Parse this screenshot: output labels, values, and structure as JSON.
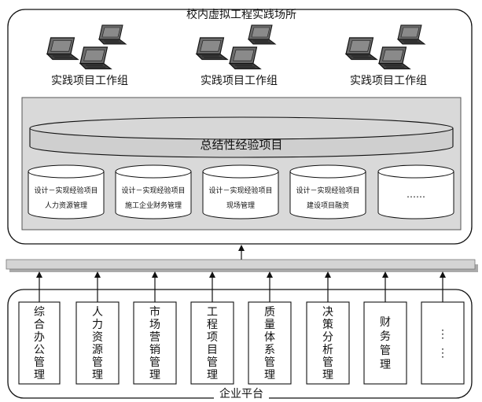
{
  "top_frame": {
    "title": "校内虚拟工程实践场所"
  },
  "workgroups": [
    {
      "label": "实践项目工作组"
    },
    {
      "label": "实践项目工作组"
    },
    {
      "label": "实践项目工作组"
    }
  ],
  "experience_project": {
    "label": "总结性经验项目"
  },
  "experience_cylinders": [
    {
      "line1": "设计－实现经验项目",
      "line2": "人力资源管理"
    },
    {
      "line1": "设计－实现经验项目",
      "line2": "施工企业财务管理"
    },
    {
      "line1": "设计－实现经验项目",
      "line2": "现场管理"
    },
    {
      "line1": "设计－实现经验项目",
      "line2": "建设项目融资"
    },
    {
      "line1": "……",
      "line2": ""
    }
  ],
  "bottom_frame": {
    "title": "企业平台"
  },
  "modules": [
    {
      "label": "综合办公管理"
    },
    {
      "label": "人力资源管理"
    },
    {
      "label": "市场营销管理"
    },
    {
      "label": "工程项目管理"
    },
    {
      "label": "质量体系管理"
    },
    {
      "label": "决策分析管理"
    },
    {
      "label": "财务管理"
    },
    {
      "label": "……"
    }
  ],
  "colors": {
    "stroke": "#111111",
    "panel_fill": "#d9d9d9",
    "bar_fill": "#d4d4d4",
    "bar_shadow": "#aaaaaa",
    "cylinder_fill": "#ffffff",
    "laptop_dark": "#4a4a4a",
    "laptop_screen": "#7a7a7a"
  }
}
